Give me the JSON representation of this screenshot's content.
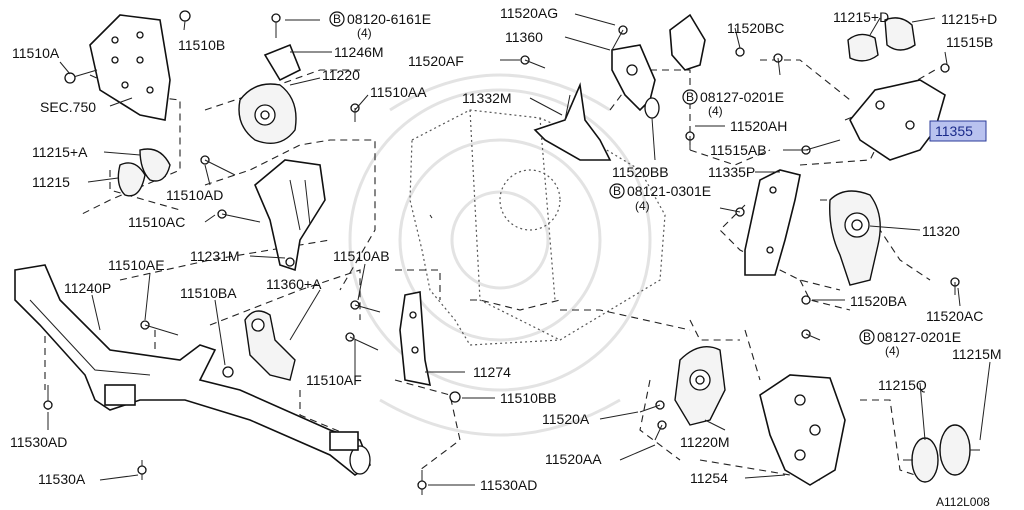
{
  "figure_id": "A112L008",
  "highlighted_part": "11355",
  "labels": {
    "p11510A": "11510A",
    "p11510B": "11510B",
    "sec750": "SEC.750",
    "p08120": "08120-6161E",
    "p08120_qty": "(4)",
    "p11246M": "11246M",
    "p11220": "11220",
    "p11510AA": "11510AA",
    "p11215A": "11215+A",
    "p11215": "11215",
    "p11510AD": "11510AD",
    "p11510AC": "11510AC",
    "p11231M": "11231M",
    "p11520AG": "11520AG",
    "p11360": "11360",
    "p11520AF": "11520AF",
    "p11332M": "11332M",
    "p11520BC": "11520BC",
    "p08127a": "08127-0201E",
    "p08127a_qty": "(4)",
    "p11520AH": "11520AH",
    "p11520BB": "11520BB",
    "p11215D_1": "11215+D",
    "p11215D_2": "11215+D",
    "p11515B": "11515B",
    "p11355": "11355",
    "p11515AB": "11515AB",
    "p11335P": "11335P",
    "p08121": "08121-0301E",
    "p08121_qty": "(4)",
    "p11320": "11320",
    "p11510AE": "11510AE",
    "p11240P": "11240P",
    "p11510BA": "11510BA",
    "p11360A": "11360+A",
    "p11510AB": "11510AB",
    "p11520BA": "11520BA",
    "p11520AC": "11520AC",
    "p08127b": "08127-0201E",
    "p08127b_qty": "(4)",
    "p11215M": "11215M",
    "p11510AF": "11510AF",
    "p11274": "11274",
    "p11510BB": "11510BB",
    "p11530AD_left": "11530AD",
    "p11520A": "11520A",
    "p11220M": "11220M",
    "p11215Q": "11215Q",
    "p11520AA": "11520AA",
    "p11530A": "11530A",
    "p11530AD_bottom": "11530AD",
    "p11254": "11254"
  },
  "b_marker": "B"
}
